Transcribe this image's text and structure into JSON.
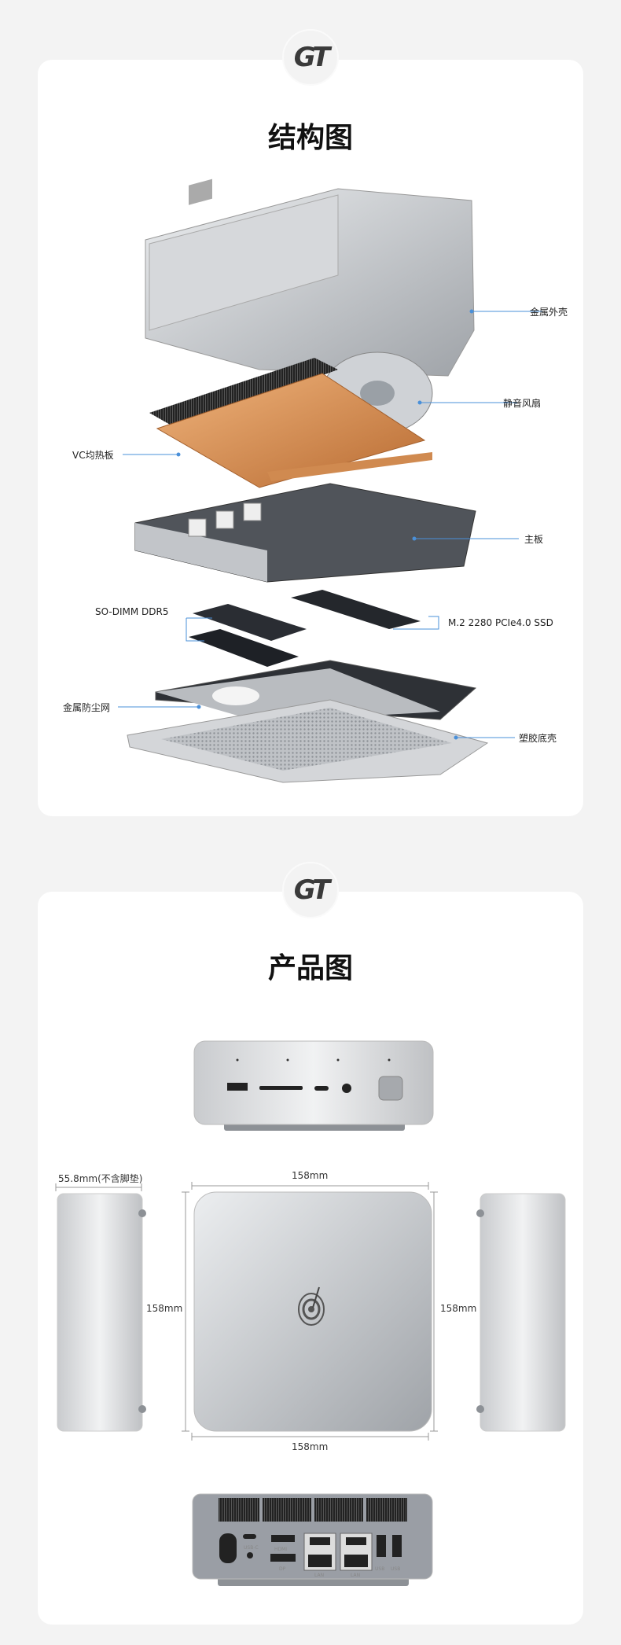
{
  "sections": [
    {
      "title": "结构图",
      "logo_text": "GT"
    },
    {
      "title": "产品图",
      "logo_text": "GT"
    }
  ],
  "structure": {
    "labels": {
      "metal_shell": "金属外壳",
      "silent_fan": "静音风扇",
      "vc_plate": "VC均热板",
      "mainboard": "主板",
      "ram": "SO-DIMM DDR5",
      "ssd": "M.2 2280 PCIe4.0 SSD",
      "dust_mesh": "金属防尘网",
      "bottom_shell": "塑胶底壳"
    },
    "leader_color": "#4a90d9",
    "copper_color": "#d9955c"
  },
  "product": {
    "dims": {
      "depth_note": "55.8mm(不含脚垫)",
      "top_width": "158mm",
      "left_height": "158mm",
      "right_height": "158mm",
      "bottom_width": "158mm"
    },
    "rear_ports": [
      "USB-C",
      "HDMI",
      "DP",
      "LAN",
      "LAN",
      "USB",
      "USB"
    ],
    "top_logo_icon": "spinning-top-icon",
    "front_ports": [
      "usb-a-icon",
      "sd-card-slot-icon",
      "usb-c-icon",
      "audio-jack-icon",
      "power-button-icon"
    ]
  }
}
